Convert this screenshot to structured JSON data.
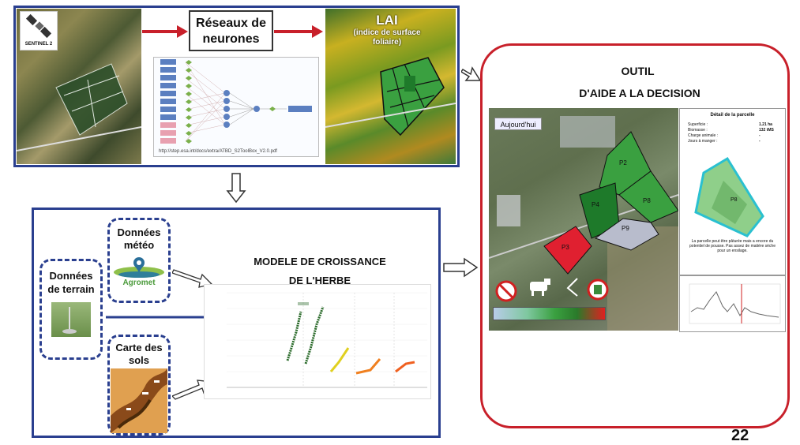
{
  "top": {
    "satellite_label": "SENTINEL 2",
    "reseaux_line1": "Réseaux de",
    "reseaux_line2": "neurones",
    "nn_url": "http://step.esa.int/docs/extra/ATBD_S2ToolBox_V2.0.pdf",
    "lai_title": "LAI",
    "lai_sub1": "(indice de surface",
    "lai_sub2": "foliaire)"
  },
  "bottom": {
    "meteo_line1": "Données",
    "meteo_line2": "météo",
    "agromet": "Agromet",
    "terrain_line1": "Données",
    "terrain_line2": "de terrain",
    "sols_line1": "Carte des",
    "sols_line2": "sols",
    "model_line1": "MODELE DE CROISSANCE",
    "model_line2": "DE L'HERBE"
  },
  "right": {
    "title1": "OUTIL",
    "title2": "D'AIDE A LA DECISION",
    "aujourdhui": "Aujourd'hui",
    "detail_title": "Détail de la parcelle",
    "detail_rows": [
      {
        "label": "Superficie :",
        "value": "1.21 ha"
      },
      {
        "label": "Biomasse :",
        "value": "132 tMS"
      },
      {
        "label": "Charge animale :",
        "value": "-"
      },
      {
        "label": "Jours à manger :",
        "value": "-"
      }
    ],
    "parcels": [
      "P2",
      "P4",
      "P8",
      "P9",
      "P3"
    ],
    "panel_parcel": "P8",
    "panel_text": "La parcelle peut être pâturée mais a encore du potentiel de pousse. Pas assez de matière sèche pour un ensilage."
  },
  "page_number": "22",
  "colors": {
    "blue_border": "#2a3f8f",
    "red_border": "#c8202a",
    "arrow_red": "#c8202a"
  }
}
